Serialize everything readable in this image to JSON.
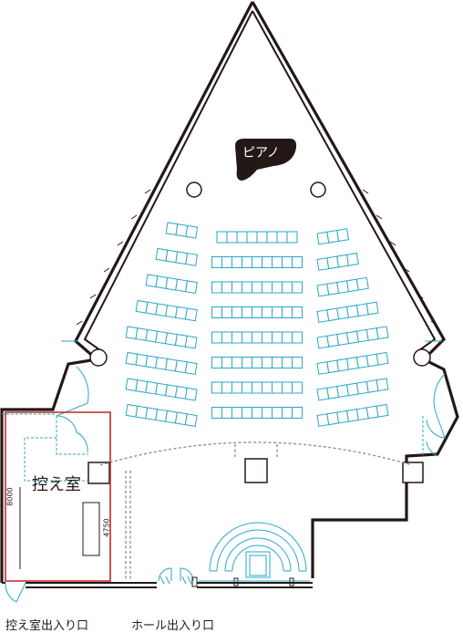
{
  "labels": {
    "piano": "ピアノ",
    "anteroom": "控え室",
    "anteroom_entrance": "控え室出入り口",
    "hall_entrance": "ホール出入り口",
    "dim_width": "8000",
    "dim_height": "4750"
  },
  "seating": {
    "center_columns": [
      8,
      9,
      9,
      9,
      9,
      9,
      9,
      9
    ],
    "side_columns": [
      3,
      4,
      5,
      6,
      7,
      7,
      7,
      7
    ]
  },
  "colors": {
    "wall": "#231815",
    "seat": "#2aa7c9",
    "anteroom_outline": "#c3272b",
    "divider": "#8a8a8a"
  },
  "icons": [
    "piano-icon",
    "pillar-icon",
    "door-swing-icon",
    "stage-arc-icon"
  ]
}
